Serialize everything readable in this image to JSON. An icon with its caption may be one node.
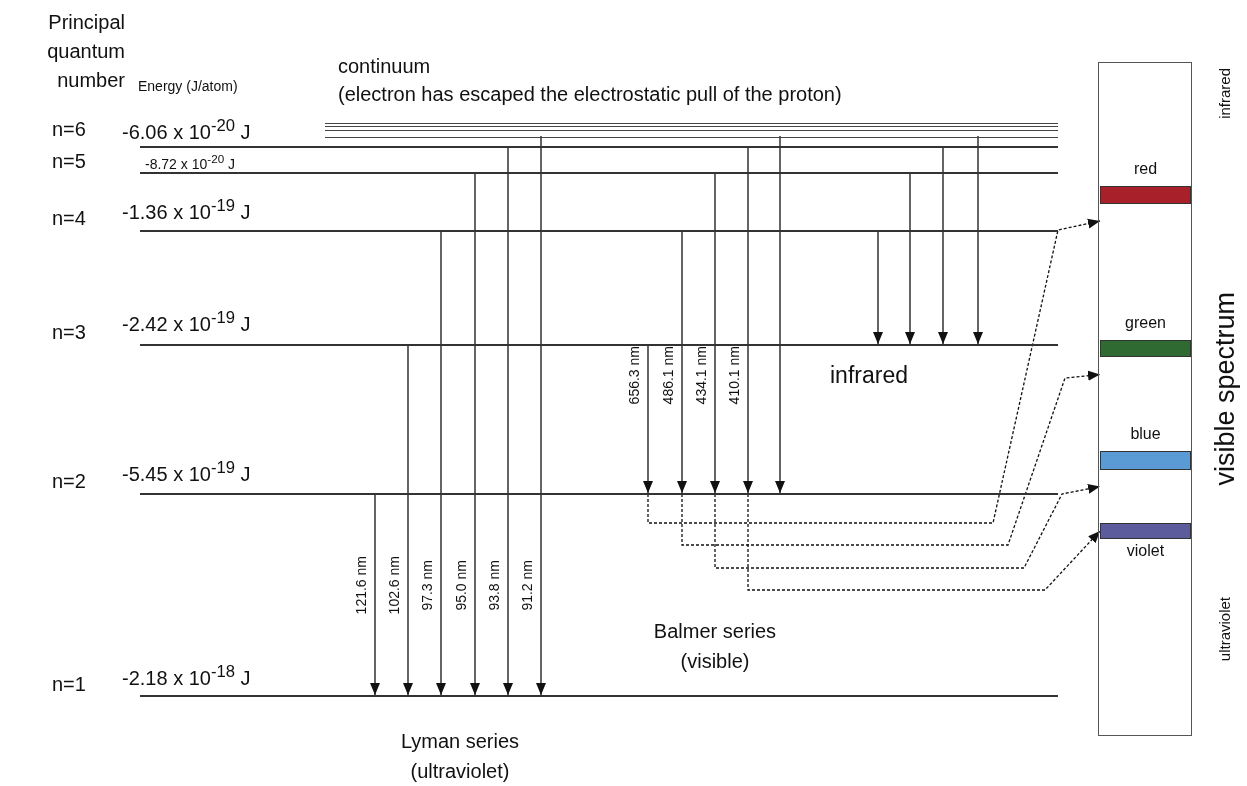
{
  "diagram": {
    "nodes": [
      {
        "text": [
          "continuum",
          "(electron has escaped the electrostatic pull of the proton)"
        ]
      },
      {
        "text": [],
        "shape": "line",
        "beside": [
          "n=6",
          "-6.06 x 10$^{-20}$ J"
        ]
      },
      {
        "text": [],
        "shape": "line",
        "beside": [
          "n=5",
          "-8.72 x 10$^{-20}$ J"
        ]
      },
      {
        "text": [],
        "shape": "line",
        "beside": [
          "n=4",
          "-1.36 x 10$^{-19}$ J"
        ]
      },
      {
        "text": [],
        "shape": "line",
        "beside": [
          "n=3",
          "-2.42 x 10$^{-19}$ J"
        ]
      },
      {
        "text": [],
        "shape": "line",
        "beside": [
          "n=2",
          "-5.45 x 10$^{-19}$ J"
        ]
      },
      {
        "text": [],
        "shape": "line",
        "beside": [
          "n=1",
          "-2.18 x 10$^{-18}$ J"
        ]
      },
      {
        "text": [
          "infrared",
          "visible spectrum",
          "ultraviolet"
        ]
      },
      {
        "text": [
          "red"
        ],
        "in": 7
      },
      {
        "text": [
          "green"
        ],
        "in": 7
      },
      {
        "text": [
          "blue"
        ],
        "in": 7
      },
      {
        "text": [
          "violet"
        ],
        "in": 7
      }
    ],
    "edges": [
      {
        "from": 5,
        "to": 6,
        "arrow": "to",
        "label": "121.6 nm"
      },
      {
        "from": 4,
        "to": 6,
        "arrow": "to",
        "label": "102.6 nm"
      },
      {
        "from": 3,
        "to": 6,
        "arrow": "to",
        "label": "97.3 nm"
      },
      {
        "from": 2,
        "to": 6,
        "arrow": "to",
        "label": "95.0 nm"
      },
      {
        "from": 1,
        "to": 6,
        "arrow": "to",
        "label": "93.8 nm"
      },
      {
        "from": 0,
        "to": 6,
        "arrow": "to",
        "label": "91.2 nm"
      },
      {
        "from": 4,
        "to": 5,
        "arrow": "to",
        "label": "656.3 nm"
      },
      {
        "from": 3,
        "to": 5,
        "arrow": "to",
        "label": "486.1 nm"
      },
      {
        "from": 2,
        "to": 5,
        "arrow": "to",
        "label": "434.1 nm"
      },
      {
        "from": 1,
        "to": 5,
        "arrow": "to",
        "label": "410.1 nm"
      },
      {
        "from": 0,
        "to": 5,
        "arrow": "to"
      },
      {
        "from": 3,
        "to": 4,
        "arrow": "to"
      },
      {
        "from": 2,
        "to": 4,
        "arrow": "to"
      },
      {
        "from": 1,
        "to": 4,
        "arrow": "to"
      },
      {
        "from": 0,
        "to": 4,
        "arrow": "to"
      },
      {
        "from": 5,
        "to": 8,
        "arrow": "to",
        "style": "dashed"
      },
      {
        "from": 5,
        "to": 9,
        "arrow": "to",
        "style": "dashed"
      },
      {
        "from": 5,
        "to": 10,
        "arrow": "to",
        "style": "dashed"
      },
      {
        "from": 5,
        "to": 11,
        "arrow": "to",
        "style": "dashed"
      }
    ],
    "labels": [
      "Principal quantum number",
      "Energy (J/atom)",
      "infrared",
      "Balmer series (visible)",
      "Lyman series (ultraviolet)"
    ]
  }
}
